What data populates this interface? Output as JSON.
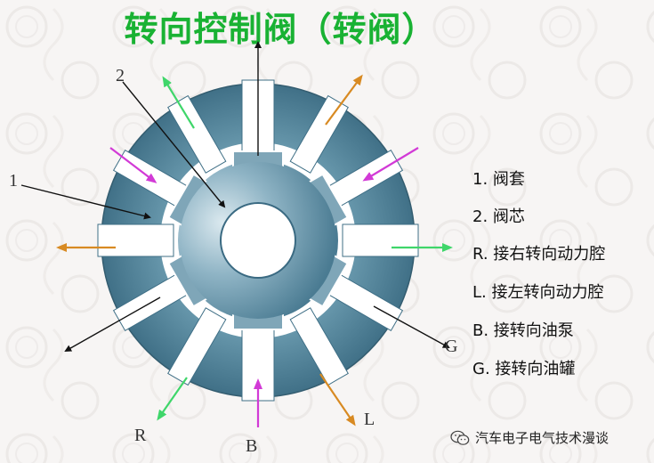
{
  "title": "转向控制阀（转阀）",
  "colors": {
    "title": "#19b233",
    "sleeve": "#55869b",
    "sleeve_dark": "#2c5a70",
    "spool_light": "#c9dde6",
    "spool_dark": "#4d7f96",
    "slot": "#ffffff",
    "arrow_green": "#3fd66a",
    "arrow_orange": "#d88a22",
    "arrow_magenta": "#d23ad6",
    "leader": "#111111"
  },
  "callouts": {
    "c1": "1",
    "c2": "2",
    "R": "R",
    "B": "B",
    "L": "L",
    "G": "G"
  },
  "legend": [
    "1. 阀套",
    "2. 阀芯",
    "R. 接右转向动力腔",
    "L. 接左转向动力腔",
    "B. 接转向油泵",
    "G. 接转向油罐"
  ],
  "watermark": {
    "icon": "wechat-icon",
    "text": "汽车电子电气技术漫谈"
  }
}
